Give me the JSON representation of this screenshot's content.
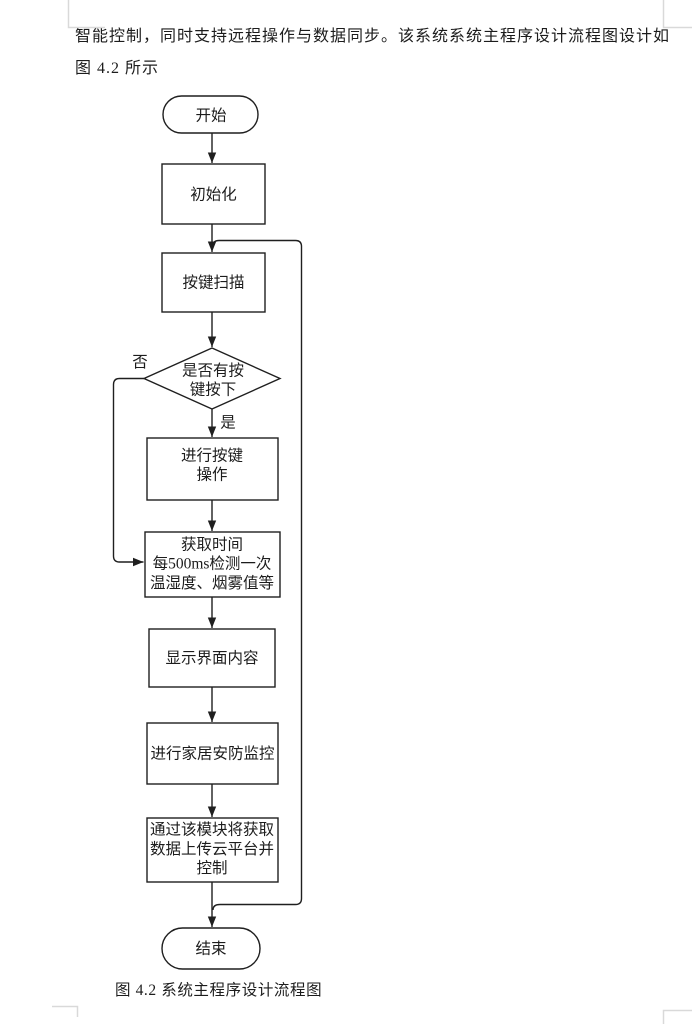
{
  "document": {
    "body_line1": "智能控制，同时支持远程操作与数据同步。该系统系统主程序设计流程图设计如",
    "body_line2": "图 4.2 所示",
    "figure_caption": "图 4.2  系统主程序设计流程图"
  },
  "flowchart": {
    "start": {
      "label": "开始"
    },
    "init": {
      "label": "初始化"
    },
    "key_scan": {
      "label": "按键扫描"
    },
    "decision": {
      "line1": "是否有按",
      "line2": "键按下"
    },
    "branch_no_label": "否",
    "branch_yes_label": "是",
    "key_operation": {
      "line1": "进行按键",
      "line2": "操作"
    },
    "get_time": {
      "line1": "获取时间",
      "line2": "每500ms检测一次",
      "line3": "温湿度、烟雾值等"
    },
    "display": {
      "label": "显示界面内容"
    },
    "security": {
      "label": "进行家居安防监控"
    },
    "upload": {
      "line1": "通过该模块将获取",
      "line2": "数据上传云平台并",
      "line3": "控制"
    },
    "end": {
      "label": "结束"
    }
  },
  "colors": {
    "background": "#ffffff",
    "ink": "#1c1c1c",
    "line": "#1f1f1f",
    "crop_mark": "#d9d9d9"
  }
}
